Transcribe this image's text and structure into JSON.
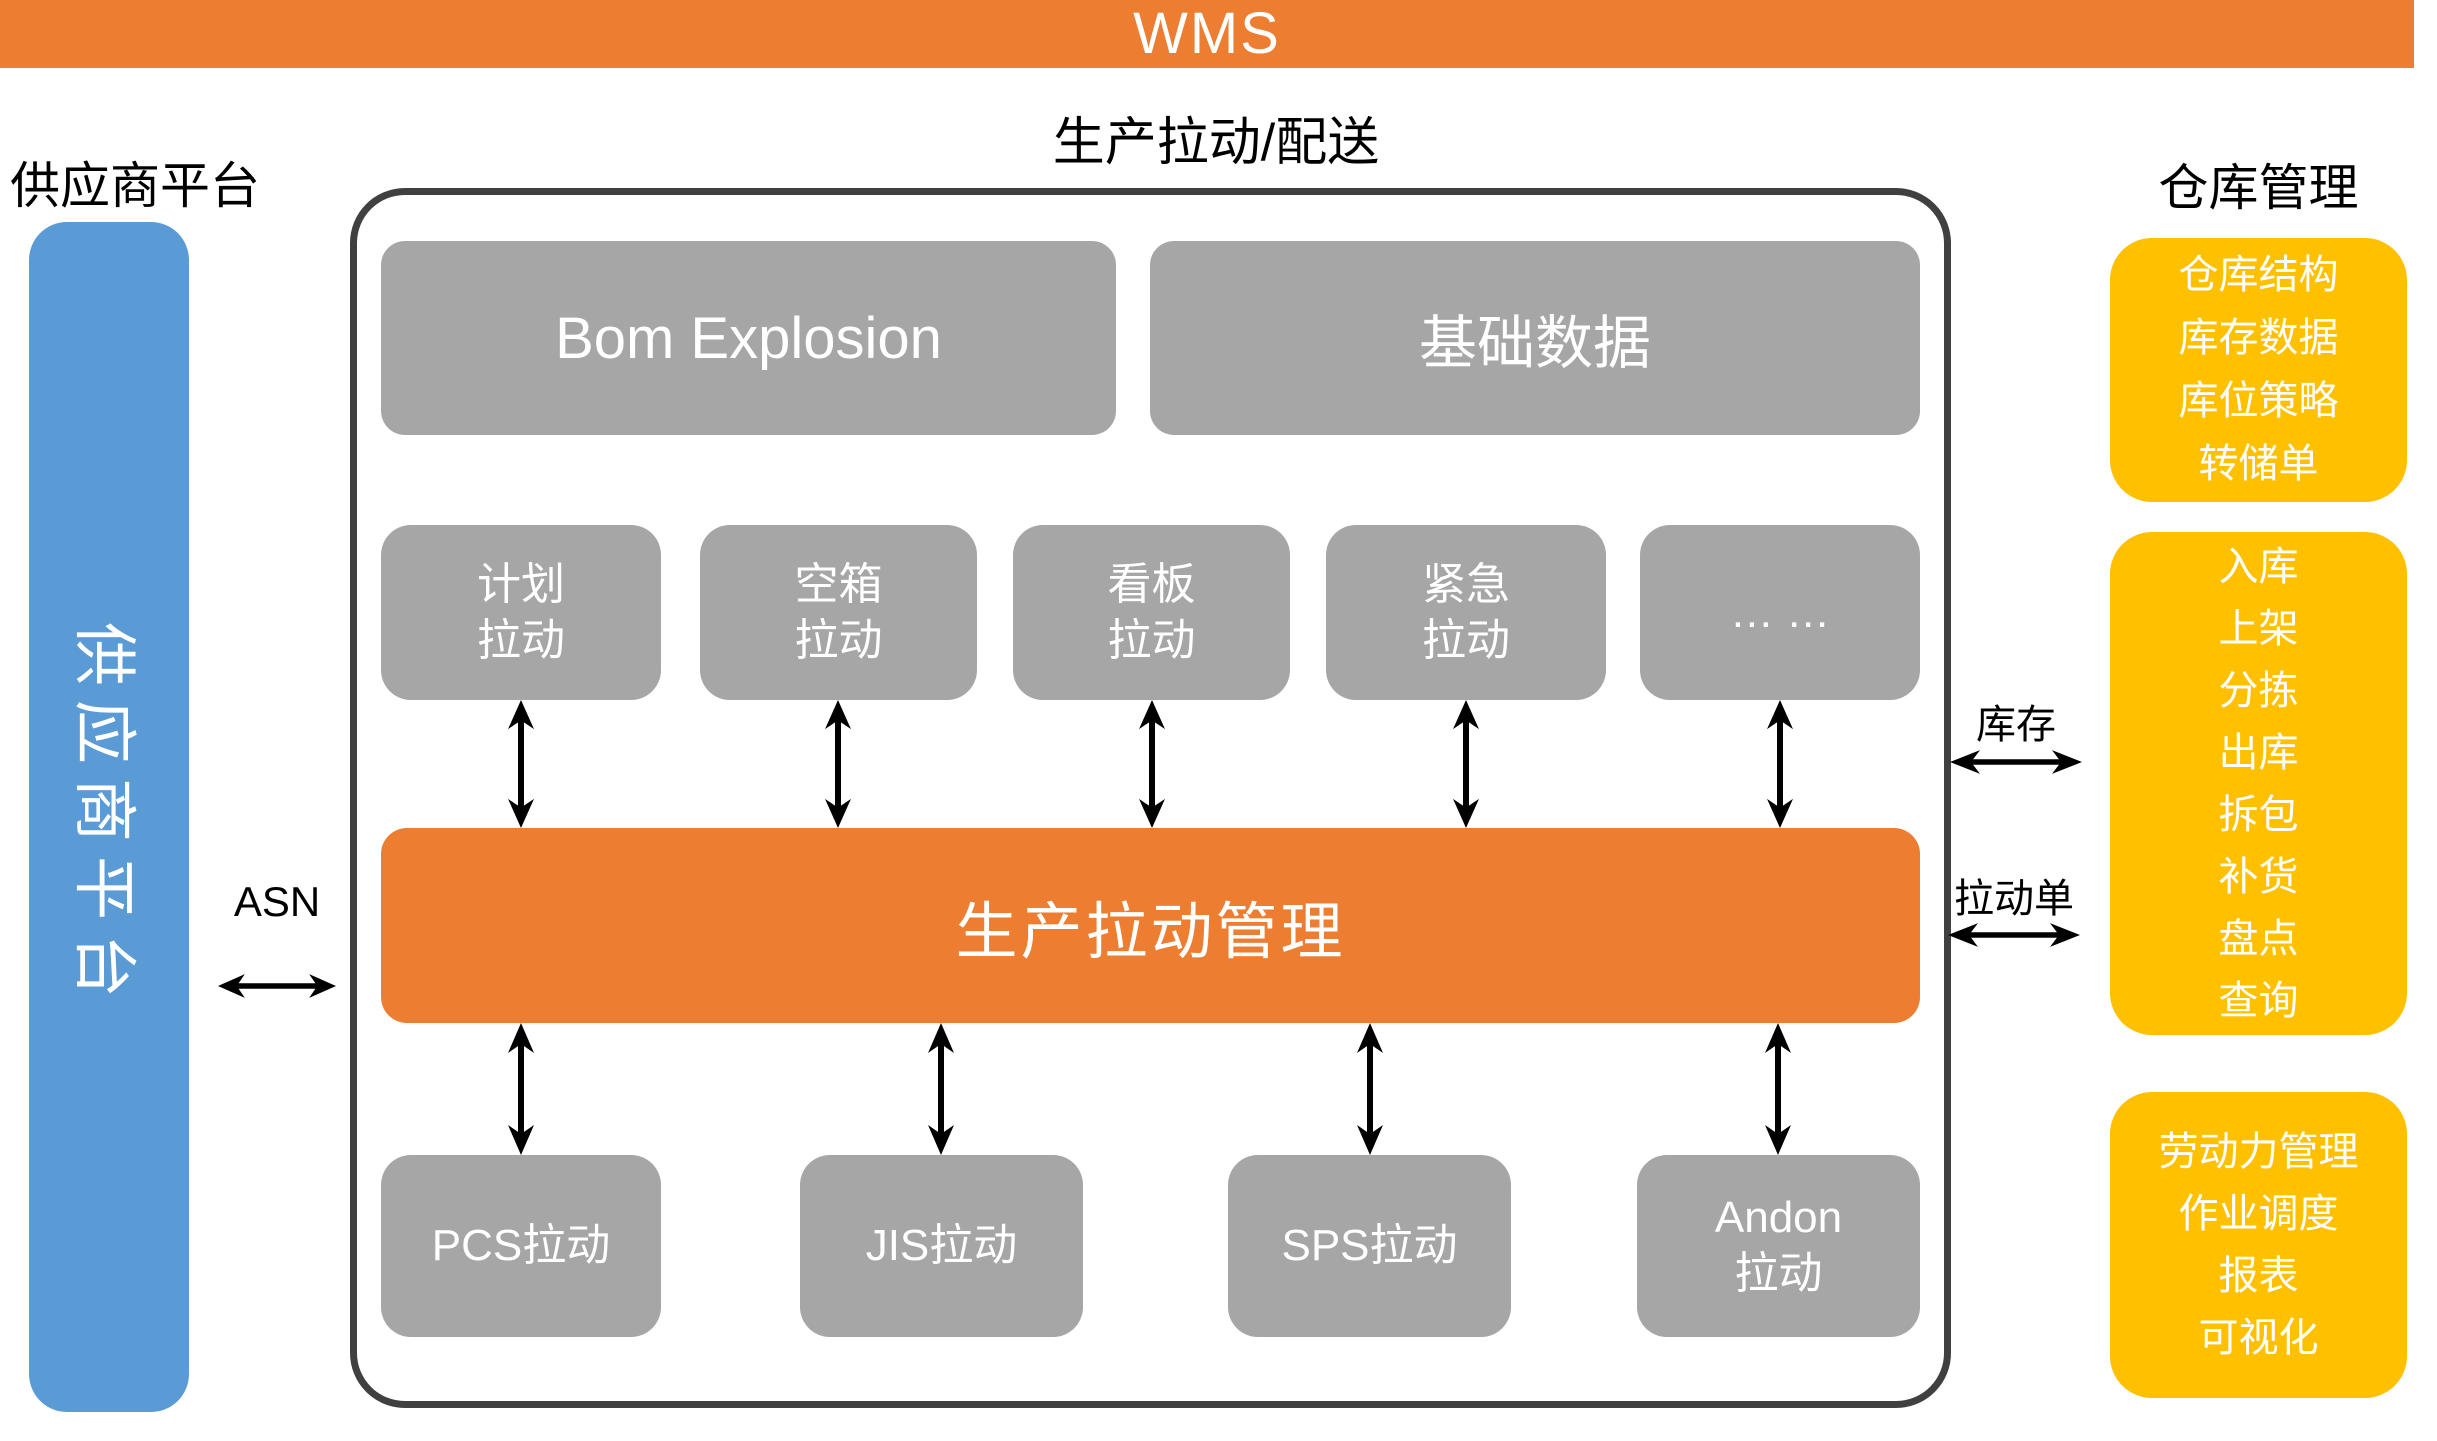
{
  "banner": {
    "title": "WMS"
  },
  "sections": {
    "supplier_label": "供应商平台",
    "pull_label": "生产拉动/配送",
    "warehouse_label": "仓库管理"
  },
  "supplier_bar": {
    "text": "供应商平台"
  },
  "connectors": {
    "asn": "ASN",
    "inventory": "库存",
    "pull_order": "拉动单"
  },
  "pull_system": {
    "bom": "Bom Explosion",
    "base_data": "基础数据",
    "pull_types": [
      {
        "line1": "计划",
        "line2": "拉动"
      },
      {
        "line1": "空箱",
        "line2": "拉动"
      },
      {
        "line1": "看板",
        "line2": "拉动"
      },
      {
        "line1": "紧急",
        "line2": "拉动"
      },
      {
        "line1": "… …",
        "line2": ""
      }
    ],
    "management": "生产拉动管理",
    "execution": [
      {
        "line1": "PCS拉动",
        "line2": ""
      },
      {
        "line1": "JIS拉动",
        "line2": ""
      },
      {
        "line1": "SPS拉动",
        "line2": ""
      },
      {
        "line1": "Andon",
        "line2": "拉动"
      }
    ]
  },
  "warehouse": {
    "boxes": [
      {
        "lines": [
          "仓库结构",
          "库存数据",
          "库位策略",
          "转储单"
        ]
      },
      {
        "lines": [
          "入库",
          "上架",
          "分拣",
          "出库",
          "拆包",
          "补货",
          "盘点",
          "查询"
        ]
      },
      {
        "lines": [
          "劳动力管理",
          "作业调度",
          "报表",
          "可视化"
        ]
      }
    ]
  },
  "colors": {
    "orange": "#ED7D31",
    "gray": "#A6A6A6",
    "blue": "#5B9BD5",
    "yellow": "#FFC000",
    "border": "#404040"
  }
}
